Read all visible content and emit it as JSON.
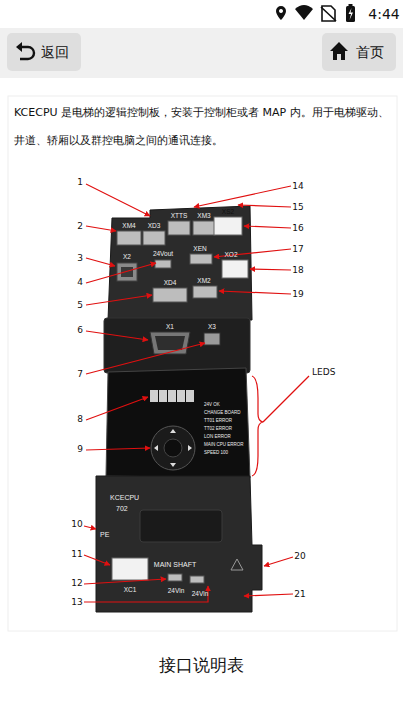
{
  "diagram": {
    "caption": "接口说明表",
    "nodes": [
      {
        "text": [
          "返回"
        ]
      },
      {
        "text": [
          "首页"
        ]
      }
    ],
    "labels": [
      "4:44",
      "KCECPU 是电梯的逻辑控制板，安装于控制柜或者 MAP 内。用于电梯驱动、 井道、轿厢以及群控电脑之间的通讯连接。",
      "1",
      "XM4",
      "XD3",
      "14",
      "XTTS",
      "XM3",
      "15",
      "XS2",
      "2",
      "16",
      "3",
      "X2",
      "24Vout",
      "17",
      "XEN",
      "XO2",
      "4",
      "18",
      "XD4",
      "XM2",
      "5",
      "19",
      "6",
      "X1",
      "X3",
      "7",
      "LEDS",
      "8",
      "24V OK",
      "CHANGE BOARD",
      "TT01 ERROR",
      "TT02 ERROR",
      "LON ERROR",
      "MAIN CPU ERROR",
      "SPEED 100",
      "9",
      "KCECPU",
      "702",
      "10",
      "PE",
      "20",
      "11",
      "MAIN SHAFT",
      "12",
      "24Vin",
      "24Vin",
      "13",
      "XC1",
      "21"
    ]
  }
}
